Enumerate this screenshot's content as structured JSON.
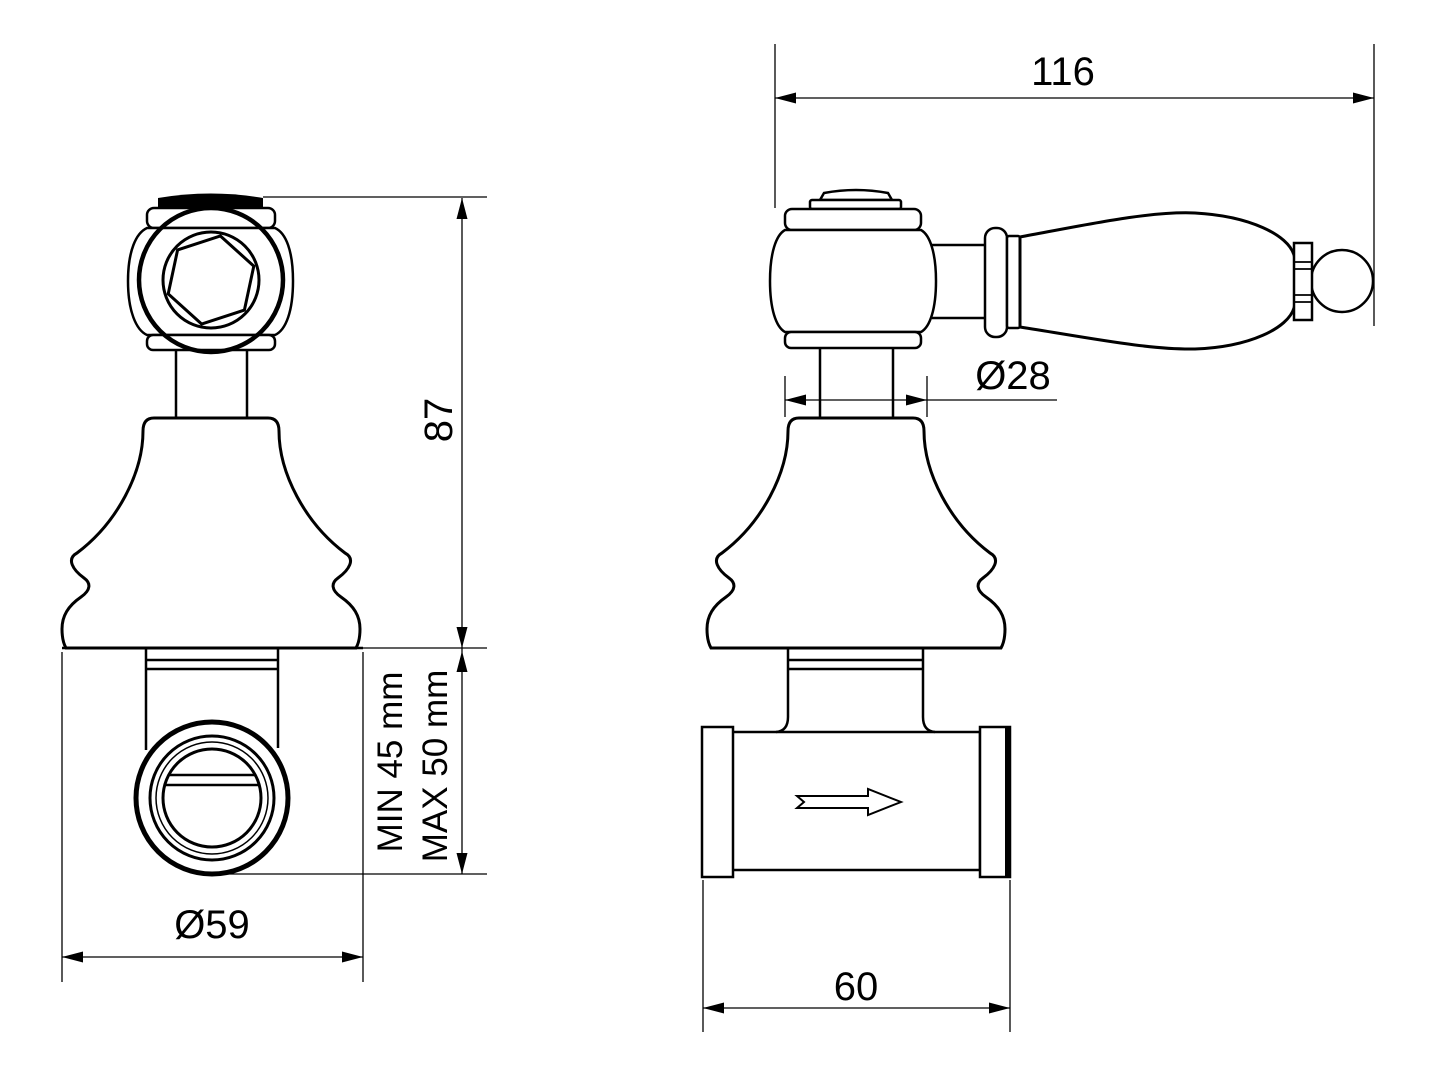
{
  "page": {
    "background": "#ffffff",
    "ink": "#000000",
    "description": "Two-view technical dimension drawing of a wall-mounted valve with lever handle and bell escutcheon"
  },
  "dimensions": {
    "height": "87",
    "wall_depth_min": "MIN 45 mm",
    "wall_depth_max": "MAX 50 mm",
    "escutcheon_diameter": "Ø59",
    "overall_length": "116",
    "neck_diameter": "Ø28",
    "valve_body_length": "60"
  }
}
